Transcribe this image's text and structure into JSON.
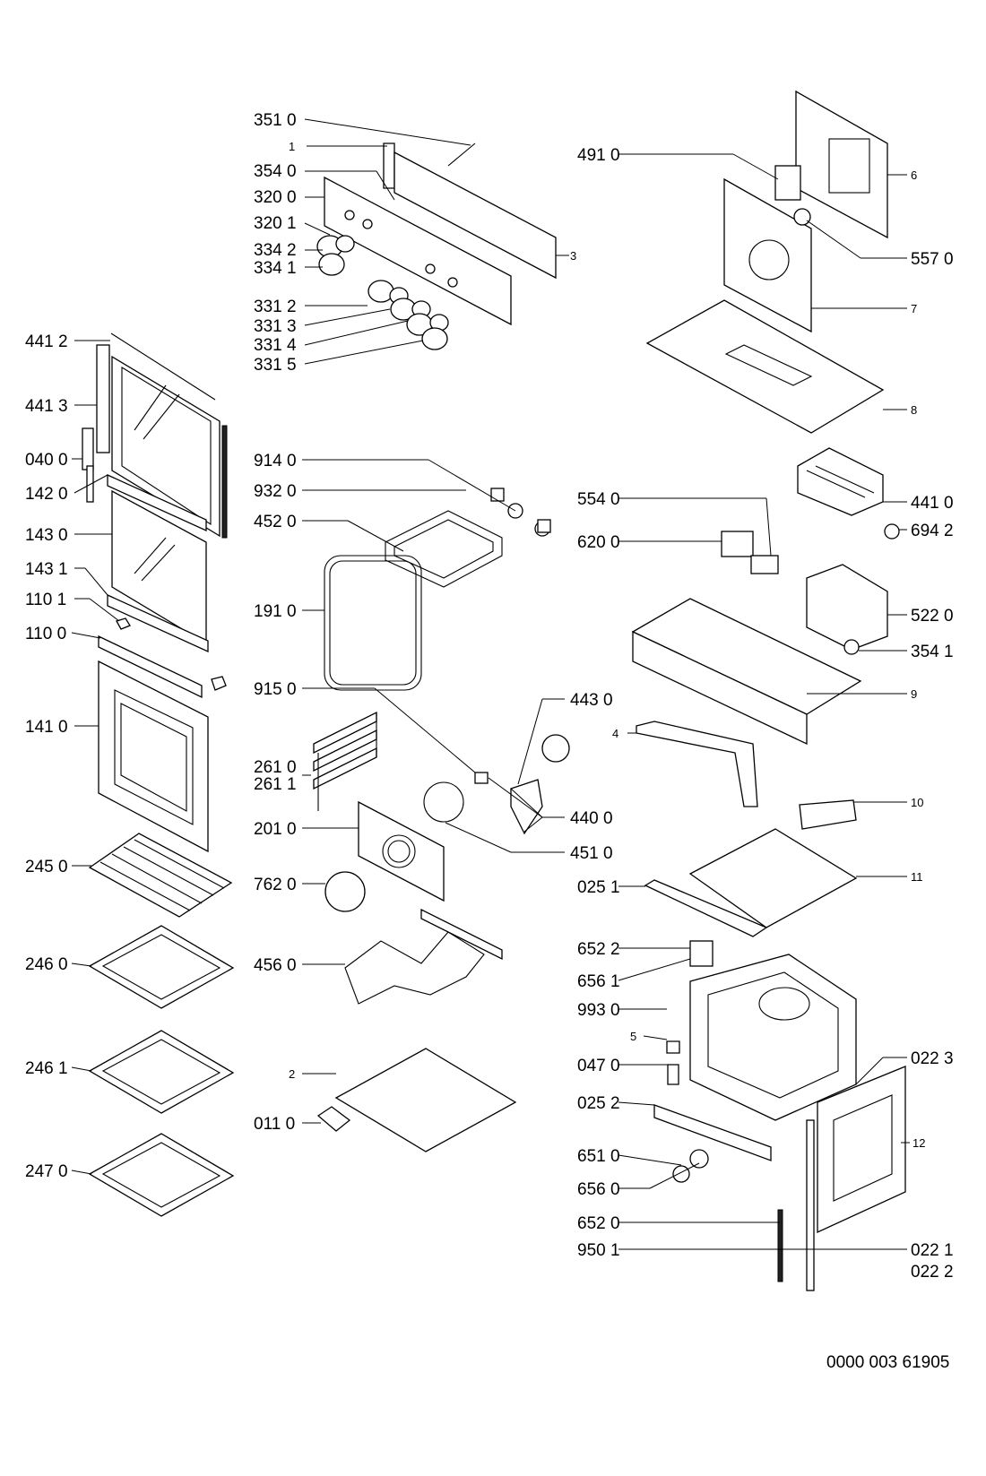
{
  "labels": {
    "l3510": "351 0",
    "l1": "1",
    "l3540": "354 0",
    "l3200": "320 0",
    "l3201": "320 1",
    "l3342": "334 2",
    "l3341": "334 1",
    "l3312": "331 2",
    "l3313": "331 3",
    "l3314": "331 4",
    "l3315": "331 5",
    "l4412": "441 2",
    "l4413": "441 3",
    "l0400": "040 0",
    "l1420": "142 0",
    "l1430": "143 0",
    "l1431": "143 1",
    "l1101": "110 1",
    "l1100": "110 0",
    "l1410": "141 0",
    "l2450": "245 0",
    "l2460": "246 0",
    "l2461": "246 1",
    "l2470": "247 0",
    "l9140": "914 0",
    "l9320": "932 0",
    "l4520": "452 0",
    "l1910": "191 0",
    "l9150": "915 0",
    "l2610": "261 0",
    "l2611": "261 1",
    "l2010": "201 0",
    "l7620": "762 0",
    "l4560": "456 0",
    "l2": "2",
    "l0110": "011 0",
    "l3": "3",
    "l4910": "491 0",
    "l6": "6",
    "l5570": "557 0",
    "l7": "7",
    "l8": "8",
    "l4410": "441 0",
    "l6942": "694 2",
    "l5540": "554 0",
    "l6200": "620 0",
    "l5220": "522 0",
    "l3541": "354 1",
    "l9": "9",
    "l4430": "443 0",
    "l4": "4",
    "l4400": "440 0",
    "l4510": "451 0",
    "l10": "10",
    "l11": "11",
    "l0251": "025 1",
    "l6522": "652 2",
    "l6561": "656 1",
    "l9930": "993 0",
    "l5": "5",
    "l0470": "047 0",
    "l0223": "022 3",
    "l0252": "025 2",
    "l12": "12",
    "l6510": "651 0",
    "l6560": "656 0",
    "l6520": "652 0",
    "l9501": "950 1",
    "l0221": "022 1",
    "l0222": "022 2"
  },
  "document_number": "0000 003 61905"
}
